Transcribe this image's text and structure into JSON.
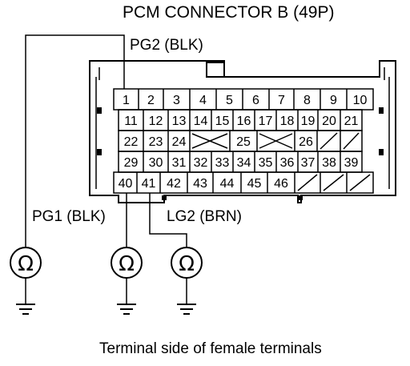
{
  "title": "PCM CONNECTOR B (49P)",
  "caption": "Terminal side of female terminals",
  "labels": {
    "pg2": "PG2 (BLK)",
    "pg1": "PG1 (BLK)",
    "lg2": "LG2 (BRN)"
  },
  "meter_symbol": "Ω",
  "meter_icon": "ohmmeter-icon",
  "ground_icon": "ground-icon",
  "connector": {
    "rows": [
      [
        "1",
        "2",
        "3",
        "4",
        "5",
        "6",
        "7",
        "8",
        "9",
        "10"
      ],
      [
        "11",
        "12",
        "13",
        "14",
        "15",
        "16",
        "17",
        "18",
        "19",
        "20",
        "21"
      ],
      [
        "22",
        "23",
        "24",
        "X",
        "25",
        "X",
        "26",
        "/",
        "/"
      ],
      [
        "29",
        "30",
        "31",
        "32",
        "33",
        "34",
        "35",
        "36",
        "37",
        "38",
        "39"
      ],
      [
        "40",
        "41",
        "42",
        "43",
        "44",
        "45",
        "46",
        "/",
        "/",
        "/"
      ]
    ]
  }
}
